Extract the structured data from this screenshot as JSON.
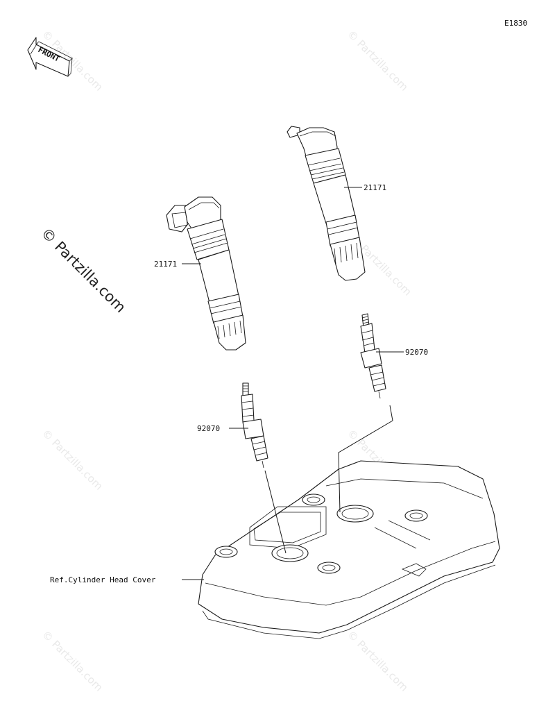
{
  "diagram_code": "E1830",
  "front_label": "FRONT",
  "watermark": "© Partzilla.com",
  "callouts": {
    "coil_upper": "21171",
    "coil_left": "21171",
    "plug_upper": "92070",
    "plug_lower": "92070",
    "head_cover": "Ref.Cylinder Head Cover"
  }
}
